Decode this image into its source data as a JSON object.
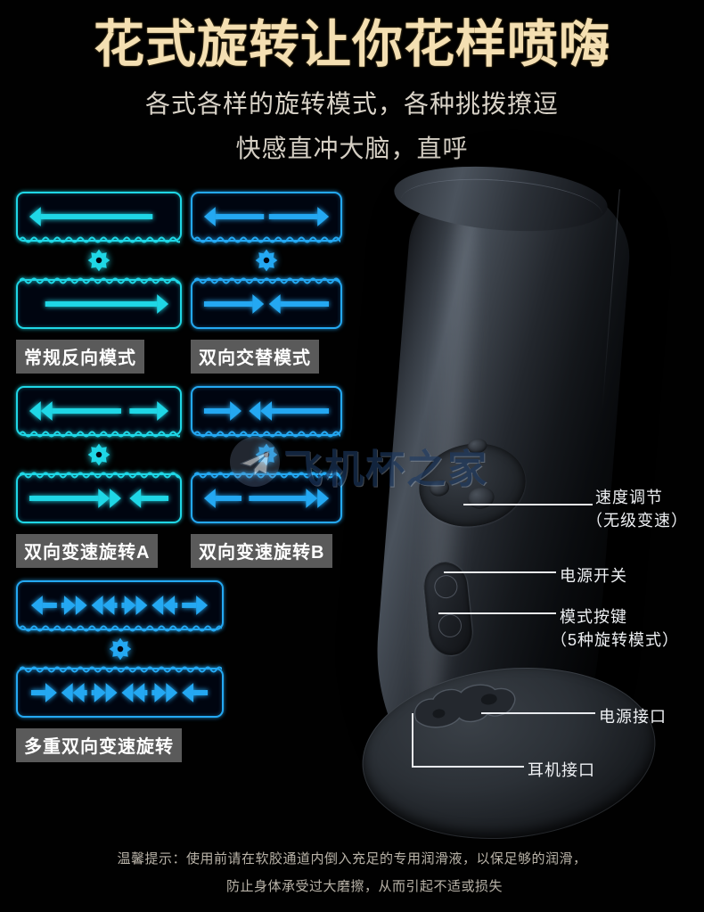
{
  "header": {
    "title": "花式旋转让你花样喷嗨",
    "subtitle_1": "各式各样的旋转模式，各种挑拨撩逗",
    "subtitle_2": "快感直冲大脑，直呼"
  },
  "modes": [
    {
      "id": "mode-1",
      "label": "常规反向模式",
      "accent": "#1fd7e6",
      "top_arrows": "single-left",
      "bottom_arrows": "single-right"
    },
    {
      "id": "mode-2",
      "label": "双向交替模式",
      "accent": "#24a8f2",
      "top_arrows": "outward-pair",
      "bottom_arrows": "inward-pair"
    },
    {
      "id": "mode-3",
      "label": "双向变速旋转A",
      "accent": "#1fd7e6",
      "top_arrows": "double-left-plus-right",
      "bottom_arrows": "double-right-plus-left"
    },
    {
      "id": "mode-4",
      "label": "双向变速旋转B",
      "accent": "#24a8f2",
      "top_arrows": "right-plus-double-left",
      "bottom_arrows": "left-plus-double-right"
    },
    {
      "id": "mode-5",
      "label": "多重双向变速旋转",
      "accent": "#24a8f2",
      "top_arrows": "multi-alternating-a",
      "bottom_arrows": "multi-alternating-b"
    }
  ],
  "annotations": [
    {
      "id": "speed-control",
      "line_1": "速度调节",
      "line_2": "（无级变速）"
    },
    {
      "id": "power-switch",
      "line_1": "电源开关",
      "line_2": ""
    },
    {
      "id": "mode-button",
      "line_1": "模式按键",
      "line_2": "（5种旋转模式）"
    },
    {
      "id": "power-port",
      "line_1": "电源接口",
      "line_2": ""
    },
    {
      "id": "headphone-port",
      "line_1": "耳机接口",
      "line_2": ""
    }
  ],
  "watermark": {
    "text": "飞机杯之家",
    "icon": "paper-plane-icon"
  },
  "footer": {
    "line_1": "温馨提示：使用前请在软胶通道内倒入充足的专用润滑液，以保足够的润滑，",
    "line_2": "防止身体承受过大磨擦，从而引起不适或损失"
  },
  "colors": {
    "title": "#f4dfb2",
    "accent_cyan": "#1fd7e6",
    "accent_blue": "#24a8f2",
    "label_bg": "#5a5a5a",
    "background": "#000000"
  }
}
